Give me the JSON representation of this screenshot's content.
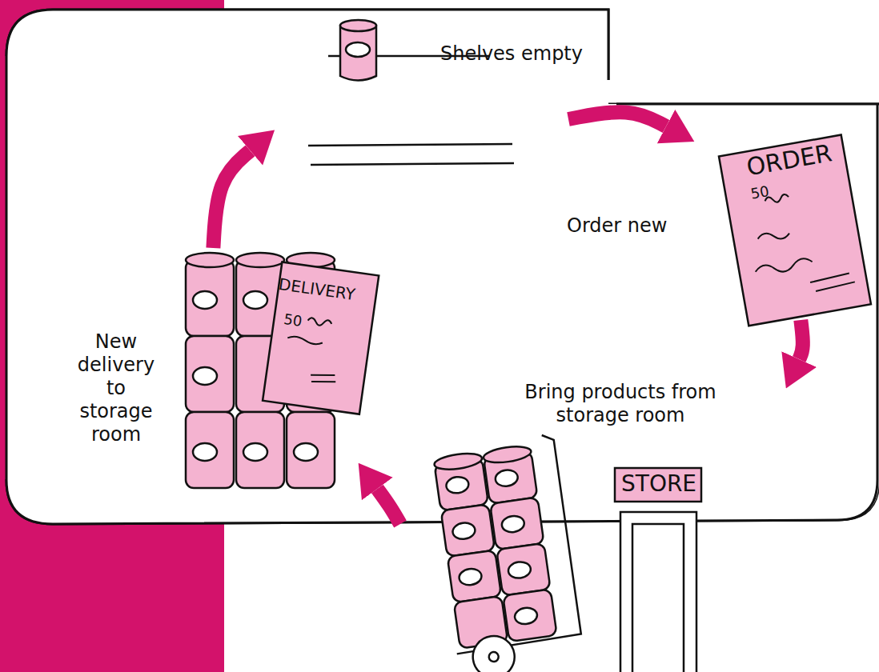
{
  "diagram": {
    "nodes": [
      {
        "text": [
          "Shelves empty"
        ]
      },
      {
        "text": [
          "Order new"
        ]
      },
      {
        "text": [
          "Bring products from storage room"
        ]
      },
      {
        "text": [
          "New delivery to storage room"
        ]
      }
    ],
    "edges": [
      {
        "from": 0,
        "to": 1,
        "arrow": "to"
      },
      {
        "from": 1,
        "to": 2,
        "arrow": "to"
      },
      {
        "from": 2,
        "to": 3,
        "arrow": "to"
      },
      {
        "from": 3,
        "to": 0,
        "arrow": "to"
      }
    ],
    "labels": [
      "ORDER",
      "50",
      "DELIVERY",
      "50",
      "STORE"
    ]
  }
}
